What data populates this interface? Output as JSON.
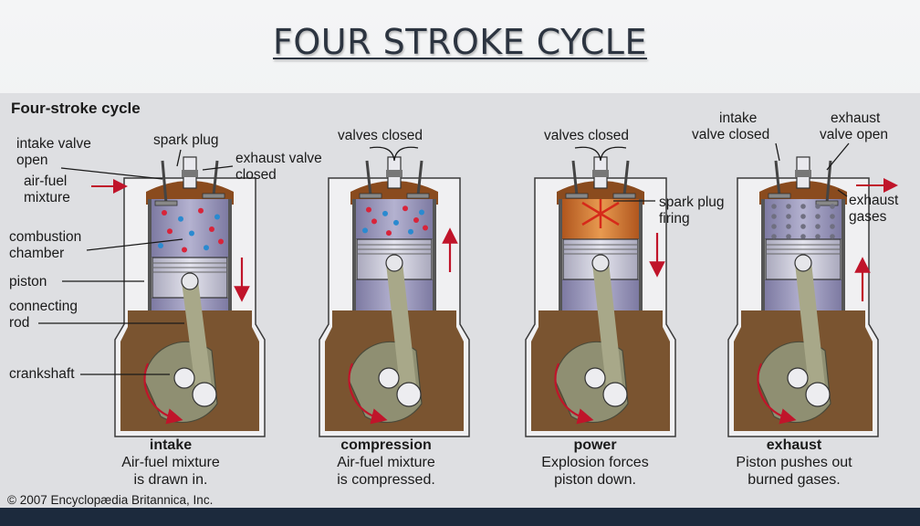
{
  "slide_title": "FOUR STROKE CYCLE",
  "figure_title": "Four-stroke cycle",
  "copyright": "© 2007 Encyclopædia Britannica, Inc.",
  "left_labels": {
    "intake_valve_open": [
      "intake valve",
      "open"
    ],
    "spark_plug": "spark plug",
    "exhaust_valve_closed": [
      "exhaust valve",
      "closed"
    ],
    "air_fuel_mixture": [
      "air-fuel",
      "mixture"
    ],
    "combustion_chamber": [
      "combustion",
      "chamber"
    ],
    "piston": "piston",
    "connecting_rod": [
      "connecting",
      "rod"
    ],
    "crankshaft": "crankshaft"
  },
  "compression_labels": {
    "valves_closed": "valves closed"
  },
  "power_labels": {
    "valves_closed": "valves closed",
    "spark_plug_firing": [
      "spark plug",
      "firing"
    ]
  },
  "exhaust_labels": {
    "intake_valve_closed": [
      "intake",
      "valve closed"
    ],
    "exhaust_valve_open": [
      "exhaust",
      "valve open"
    ],
    "exhaust_gases": [
      "exhaust",
      "gases"
    ]
  },
  "strokes": [
    {
      "name": "intake",
      "caption": [
        "Air-fuel mixture",
        "is drawn in."
      ]
    },
    {
      "name": "compression",
      "caption": [
        "Air-fuel mixture",
        "is compressed."
      ]
    },
    {
      "name": "power",
      "caption": [
        "Explosion forces",
        "piston down."
      ]
    },
    {
      "name": "exhaust",
      "caption": [
        "Piston pushes out",
        "burned gases."
      ]
    }
  ],
  "colors": {
    "block": "#8a4b1e",
    "crankcase": "#7a5430",
    "cylinder": "#9a96b8",
    "piston": "#c9c8d6",
    "rod": "#a8a889",
    "arrow": "#c0142a",
    "fuel_red": "#d8243a",
    "fuel_blue": "#2a8ad0",
    "flame": "#c86a2a",
    "exhaust_dot": "#6f6f80"
  }
}
